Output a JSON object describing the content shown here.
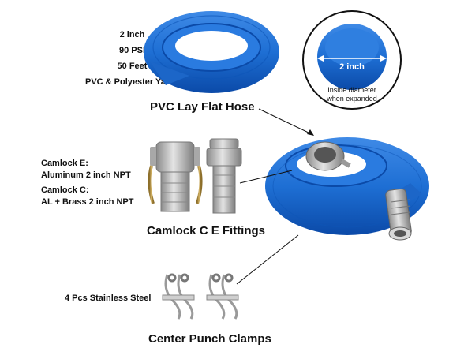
{
  "specs": [
    "2 inch",
    "90 PSI",
    "50 Feet",
    "PVC & Polyester Yarns"
  ],
  "hose_title": "PVC Lay Flat Hose",
  "diameter": {
    "value_label": "2 inch",
    "caption_1": "Inside diameter",
    "caption_2": "when expanded"
  },
  "camlock": {
    "e_line1": "Camlock E:",
    "e_line2": "Aluminum 2 inch NPT",
    "c_line1": "Camlock C:",
    "c_line2": "AL + Brass 2 inch NPT",
    "title": "Camlock C E Fittings"
  },
  "clamps": {
    "count_label": "4 Pcs Stainless Steel",
    "title": "Center Punch Clamps"
  },
  "colors": {
    "hose_blue": "#1e6fd4",
    "hose_dark": "#0b4aa8",
    "metal": "#b9b9b9"
  }
}
